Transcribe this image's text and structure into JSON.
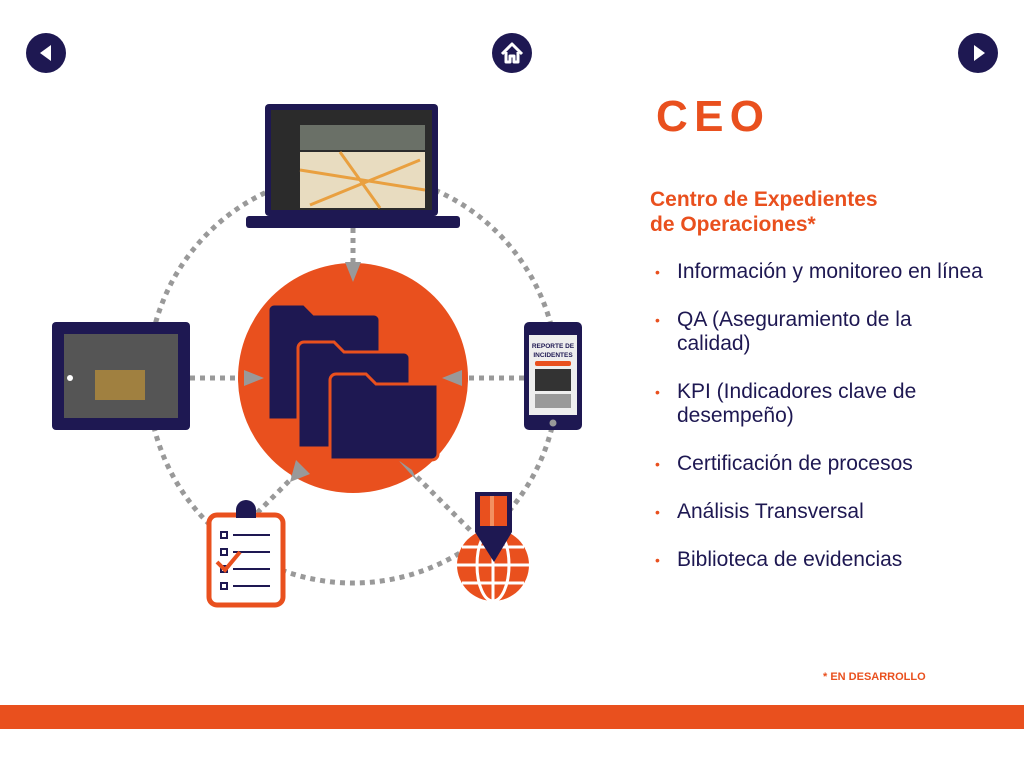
{
  "nav": {
    "prev_label": "previous",
    "home_label": "home",
    "next_label": "next"
  },
  "logo": {
    "text": "CEO"
  },
  "title": {
    "line1": "Centro de Expedientes",
    "line2": "de Operaciones*"
  },
  "bullets": [
    "Información y monitoreo en línea",
    "QA (Aseguramiento de la calidad)",
    "KPI (Indicadores clave de desempeño)",
    "Certificación de procesos",
    "Análisis Transversal",
    "Biblioteca de evidencias"
  ],
  "phone_screen": {
    "line1": "REPORTE DE",
    "line2": "INCIDENTES"
  },
  "footnote": "* EN DESARROLLO",
  "colors": {
    "accent": "#e9501e",
    "navy": "#1e1852",
    "gray": "#999999"
  }
}
